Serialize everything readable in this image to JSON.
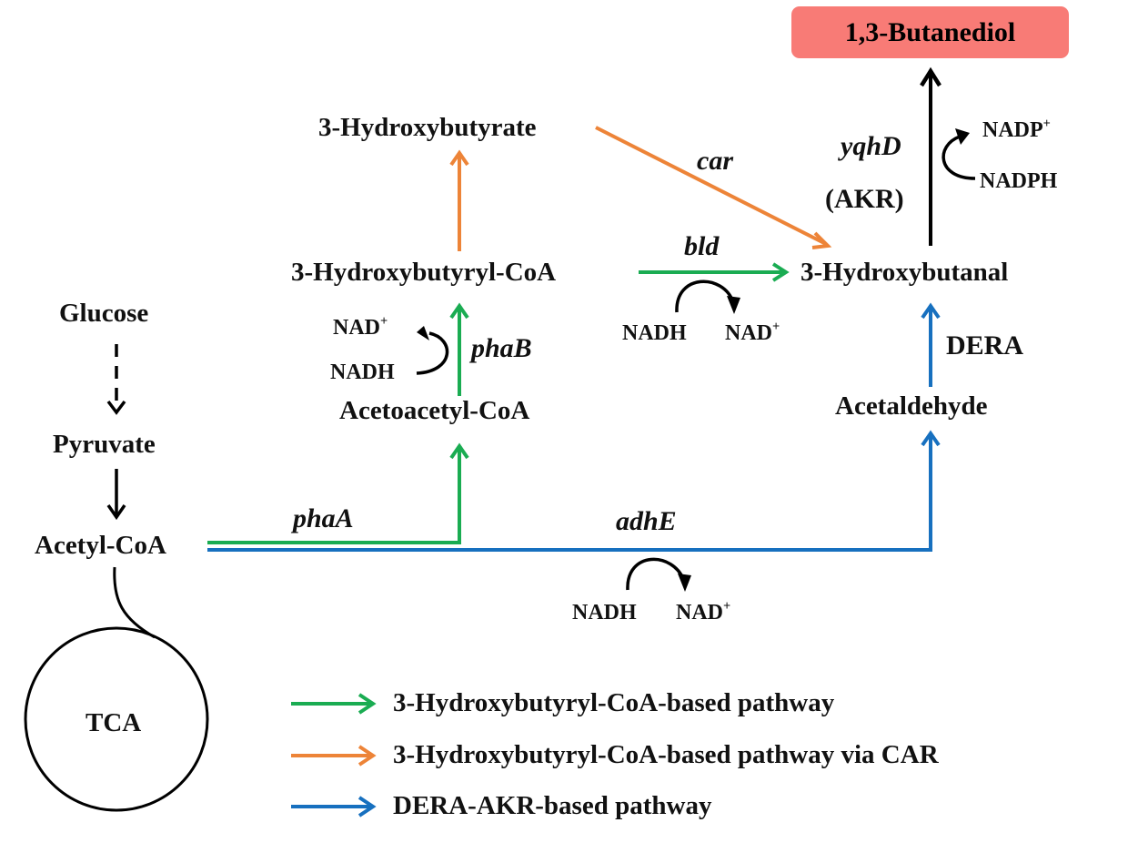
{
  "colors": {
    "green": "#1aac52",
    "orange": "#ed8438",
    "blue": "#1770bf",
    "black": "#000000",
    "product_box": "#f87b76"
  },
  "product": {
    "label": "1,3-Butanediol"
  },
  "metabolites": {
    "glucose": "Glucose",
    "pyruvate": "Pyruvate",
    "acetyl_coa": "Acetyl-CoA",
    "tca": "TCA",
    "acetoacetyl_coa": "Acetoacetyl-CoA",
    "hydroxybutyryl_coa": "3-Hydroxybutyryl-CoA",
    "hydroxybutyrate": "3-Hydroxybutyrate",
    "hydroxybutanal": "3-Hydroxybutanal",
    "acetaldehyde": "Acetaldehyde"
  },
  "enzymes": {
    "phaA": "phaA",
    "phaB": "phaB",
    "bld": "bld",
    "car": "car",
    "adhE": "adhE",
    "dera": "DERA",
    "yqhD": "yqhD",
    "akr": "(AKR)"
  },
  "cofactors": {
    "phaB_in": "NADH",
    "phaB_out": "NAD",
    "bld_in": "NADH",
    "bld_out": "NAD",
    "adhE_in": "NADH",
    "adhE_out": "NAD",
    "yqhD_in": "NADPH",
    "yqhD_out": "NADP",
    "plus": "+"
  },
  "legend": [
    {
      "color": "green",
      "label": "3-Hydroxybutyryl-CoA-based pathway"
    },
    {
      "color": "orange",
      "label": "3-Hydroxybutyryl-CoA-based pathway via CAR"
    },
    {
      "color": "blue",
      "label": "DERA-AKR-based pathway"
    }
  ]
}
